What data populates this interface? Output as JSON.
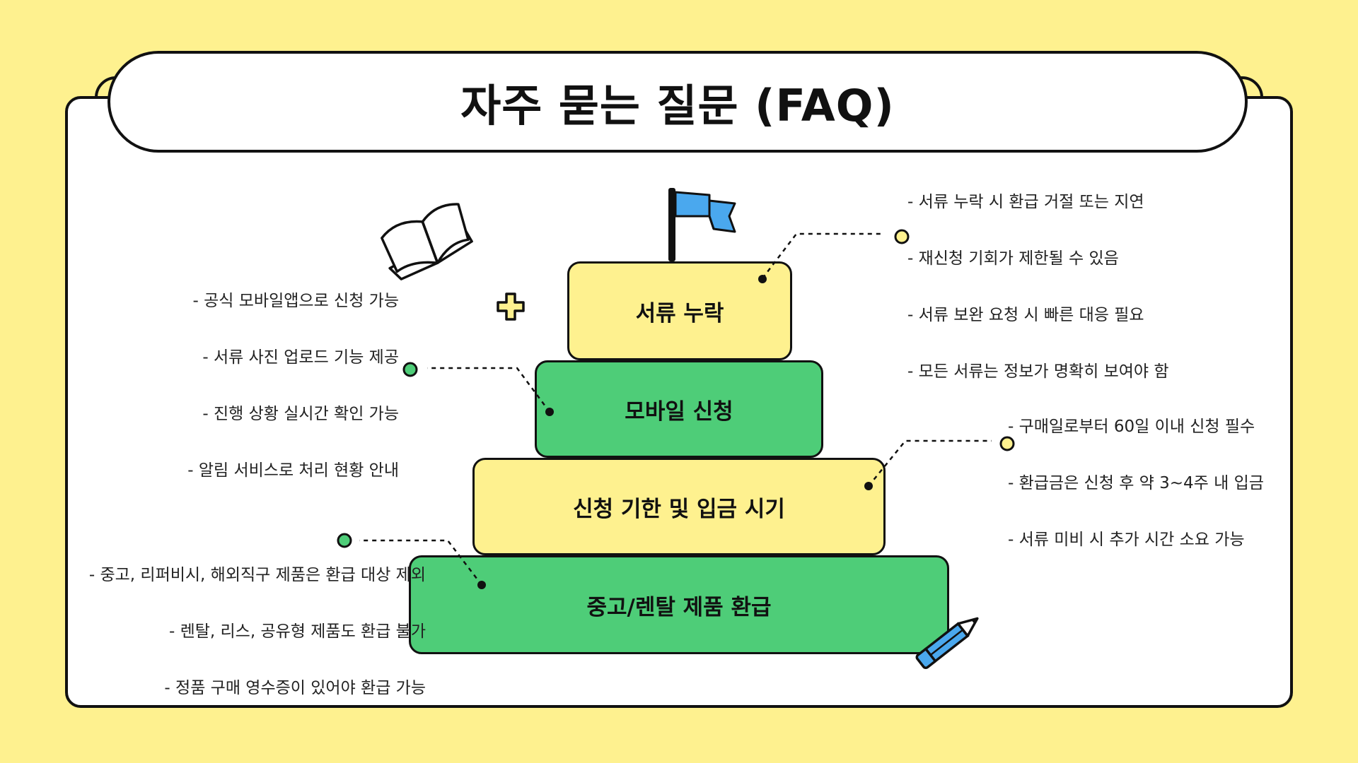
{
  "title": "자주 묻는 질문 (FAQ)",
  "tiers": [
    {
      "label": "서류 누락",
      "color": "#FEF18F"
    },
    {
      "label": "모바일 신청",
      "color": "#4ECD78"
    },
    {
      "label": "신청 기한 및 입금 시기",
      "color": "#FEF18F"
    },
    {
      "label": "중고/렌탈 제품 환급",
      "color": "#4ECD78"
    }
  ],
  "groups": {
    "missing_docs": [
      "- 서류 누락 시 환급 거절 또는 지연",
      "- 재신청 기회가 제한될 수 있음",
      "- 서류 보완 요청 시 빠른 대응 필요",
      "- 모든 서류는 정보가 명확히 보여야 함"
    ],
    "mobile": [
      "- 공식 모바일앱으로 신청 가능",
      "- 서류 사진 업로드 기능 제공",
      "- 진행 상황 실시간 확인 가능",
      "- 알림 서비스로 처리 현황 안내"
    ],
    "deadline": [
      "- 구매일로부터 60일 이내 신청 필수",
      "- 환급금은 신청 후 약 3~4주 내 입금",
      "- 서류 미비 시 추가 시간 소요 가능"
    ],
    "used_rental": [
      "- 중고, 리퍼비시, 해외직구 제품은 환급 대상 제외",
      "- 렌탈, 리스, 공유형 제품도 환급 불가",
      "- 정품 구매 영수증이 있어야 환급 가능"
    ]
  },
  "colors": {
    "background": "#FEF18F",
    "yellow": "#FEF18F",
    "green": "#4ECD78",
    "flag": "#4AA8EE",
    "outline": "#111111"
  },
  "icons": [
    "flag-icon",
    "book-icon",
    "plus-icon",
    "pencil-icon"
  ]
}
